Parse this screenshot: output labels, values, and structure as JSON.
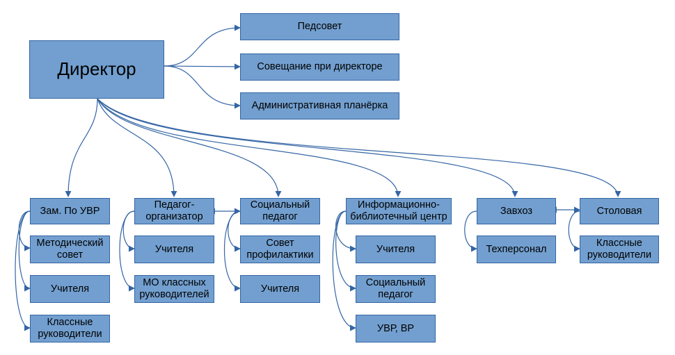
{
  "nodes": {
    "director": "Директор",
    "pedsovet": "Педсовет",
    "meeting": "Совещание при директоре",
    "admin_meeting": "Административная планёрка",
    "zam_uvr": "Зам. По УВР",
    "ped_org": "Педагог-организатор",
    "soc_ped": "Социальный педагог",
    "ibc": "Информационно-библиотечный центр",
    "zavhoz": "Завхоз",
    "stolovaya": "Столовая",
    "metod_sovet": "Методический совет",
    "uchitelya_1": "Учителя",
    "klass_ruk_1": "Классные руководители",
    "uchitelya_2": "Учителя",
    "mo_klass_ruk": "МО классных руководителей",
    "sovet_prof": "Совет профилактики",
    "uchitelya_3": "Учителя",
    "uchitelya_4": "Учителя",
    "soc_ped_2": "Социальный педагог",
    "uvr_vr": "УВР, ВР",
    "tehpersonal": "Техперсонал",
    "klass_ruk_2": "Классные руководители"
  },
  "colors": {
    "node_fill": "#729fcf",
    "node_border": "#3465a4",
    "connector": "#3465a4"
  }
}
